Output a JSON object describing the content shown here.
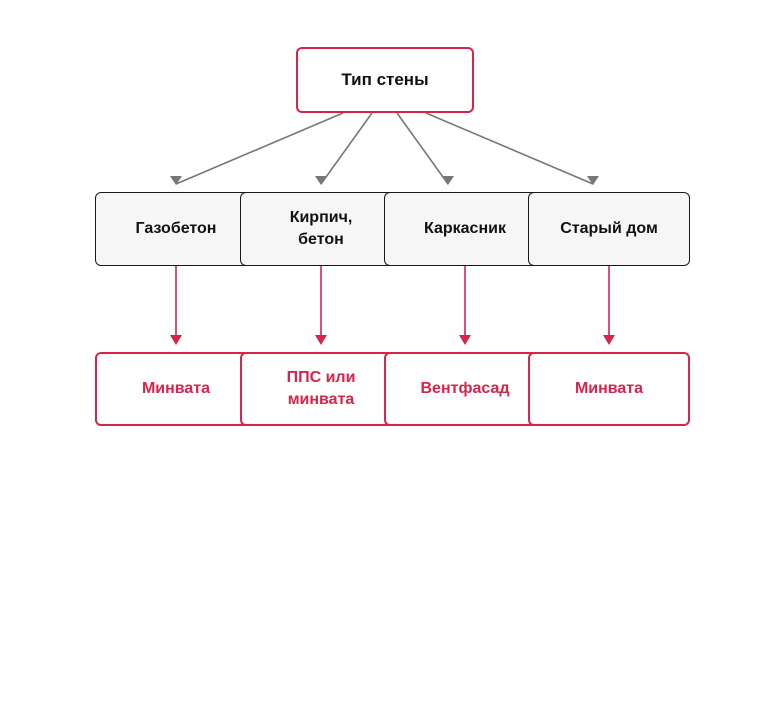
{
  "root": {
    "label": "Тип стены"
  },
  "wall_types": [
    {
      "label": "Газобетон"
    },
    {
      "label": "Кирпич, бетон"
    },
    {
      "label": "Каркасник"
    },
    {
      "label": "Старый дом"
    }
  ],
  "insulation": [
    {
      "label": "Минвата"
    },
    {
      "label": "ППС или минвата"
    },
    {
      "label": "Вентфасад"
    },
    {
      "label": "Минвата"
    }
  ],
  "colors": {
    "accent": "#d8234b",
    "connector": "#777777",
    "node_fill": "#f6f6f6"
  }
}
